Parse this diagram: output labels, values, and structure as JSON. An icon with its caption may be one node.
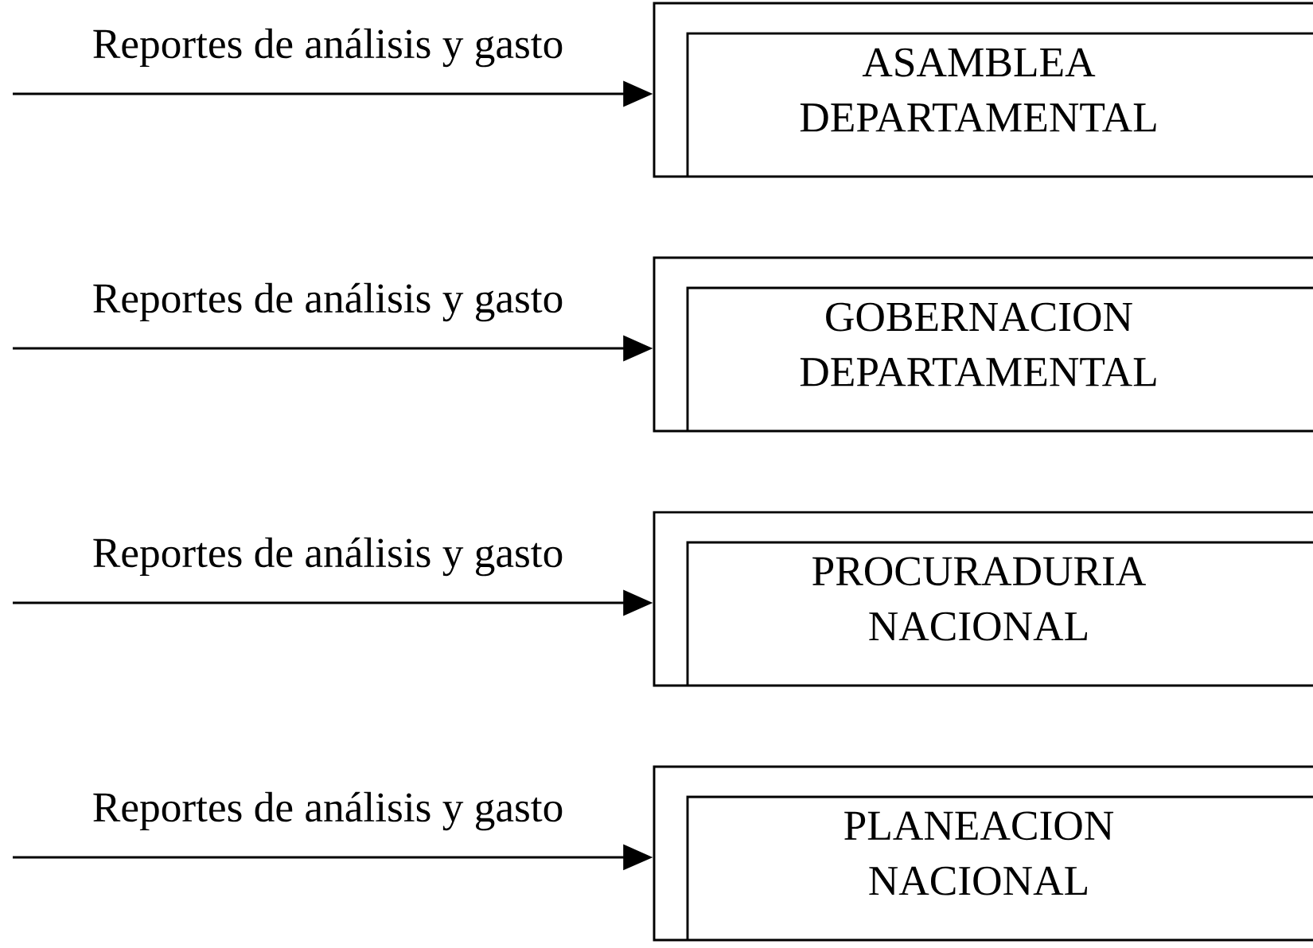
{
  "diagram": {
    "nodes": [
      {
        "text": [
          "ASAMBLEA DEPARTAMENTAL"
        ]
      },
      {
        "text": [
          "GOBERNACION DEPARTAMENTAL"
        ]
      },
      {
        "text": [
          "PROCURADURIA NACIONAL"
        ]
      },
      {
        "text": [
          "PLANEACION NACIONAL"
        ]
      }
    ],
    "edges": [
      {
        "from": null,
        "to": 0,
        "arrow": "to",
        "label": "Reportes de análisis y gasto"
      },
      {
        "from": null,
        "to": 1,
        "arrow": "to",
        "label": "Reportes de análisis y gasto"
      },
      {
        "from": null,
        "to": 2,
        "arrow": "to",
        "label": "Reportes de análisis y gasto"
      },
      {
        "from": null,
        "to": 3,
        "arrow": "to",
        "label": "Reportes de análisis y gasto"
      }
    ]
  }
}
